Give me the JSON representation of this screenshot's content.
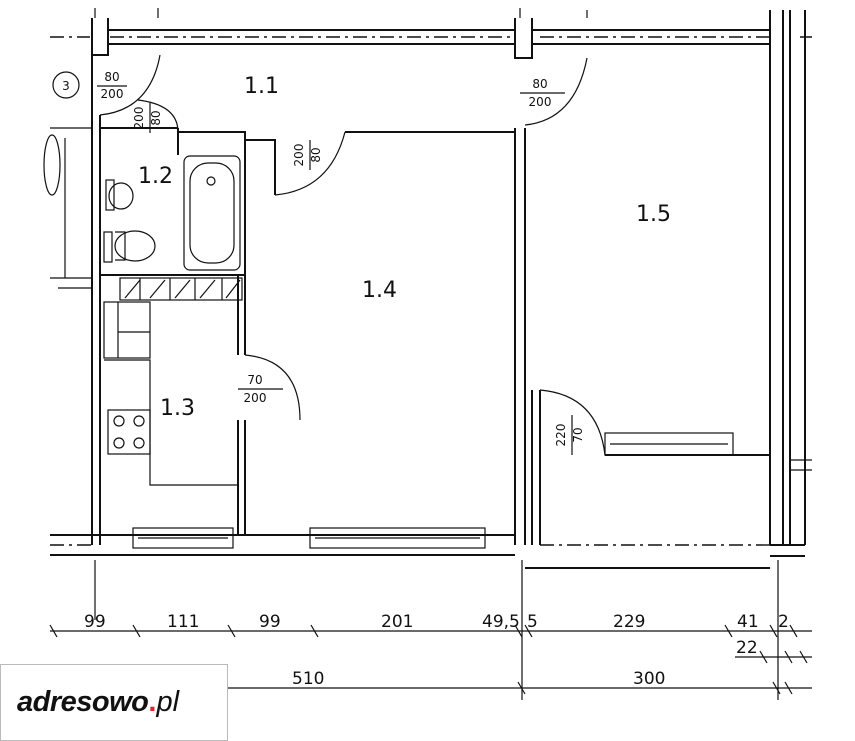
{
  "rooms": {
    "r11": "1.1",
    "r12": "1.2",
    "r13": "1.3",
    "r14": "1.4",
    "r15": "1.5"
  },
  "stair_marker": "3",
  "doors": {
    "d1": {
      "width": "80",
      "height": "200"
    },
    "d2": {
      "width": "200",
      "height": "80"
    },
    "d3": {
      "width": "200",
      "height": "80"
    },
    "d4": {
      "width": "80",
      "height": "200"
    },
    "d5": {
      "width": "70",
      "height": "200"
    },
    "d6": {
      "width": "220",
      "height": "70"
    }
  },
  "dimensions": {
    "row1": [
      "99",
      "111",
      "99",
      "201",
      "49,5",
      "5",
      "229",
      "41",
      "2"
    ],
    "row2": [
      "22"
    ],
    "row3": [
      "510",
      "300"
    ]
  },
  "logo": {
    "name": "adresowo",
    "dot": ".",
    "tld": "pl"
  }
}
